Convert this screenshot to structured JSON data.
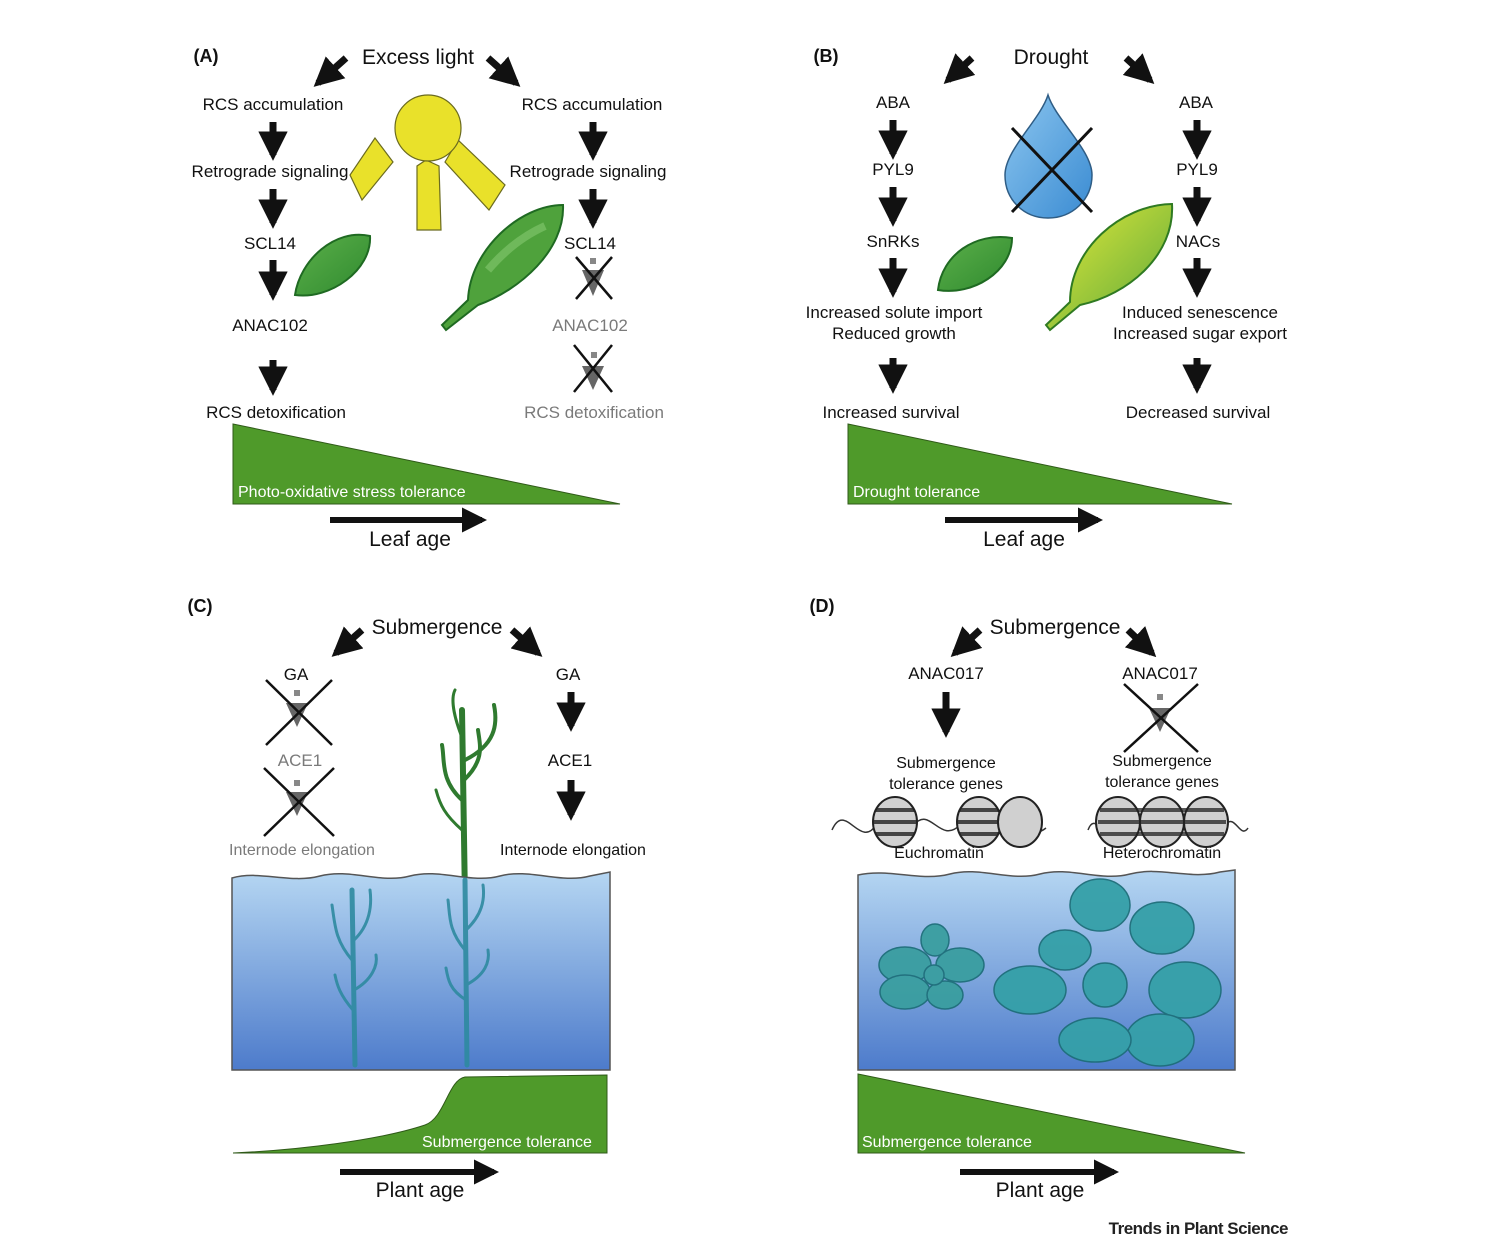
{
  "panel_a": {
    "label": "(A)",
    "title": "Excess light",
    "left": [
      "RCS accumulation",
      "Retrograde signaling",
      "SCL14",
      "ANAC102",
      "RCS detoxification"
    ],
    "right": [
      "RCS accumulation",
      "Retrograde signaling",
      "SCL14",
      "ANAC102",
      "RCS detoxification"
    ],
    "tolerance": "Photo-oxidative stress tolerance",
    "age": "Leaf age"
  },
  "panel_b": {
    "label": "(B)",
    "title": "Drought",
    "left": [
      "ABA",
      "PYL9",
      "SnRKs",
      "Increased solute import",
      "Reduced growth",
      "Increased survival"
    ],
    "right": [
      "ABA",
      "PYL9",
      "NACs",
      "Induced senescence",
      "Increased sugar export",
      "Decreased survival"
    ],
    "tolerance": "Drought tolerance",
    "age": "Leaf age"
  },
  "panel_c": {
    "label": "(C)",
    "title": "Submergence",
    "left": [
      "GA",
      "ACE1",
      "Internode elongation"
    ],
    "right": [
      "GA",
      "ACE1",
      "Internode elongation"
    ],
    "tolerance": "Submergence tolerance",
    "age": "Plant age"
  },
  "panel_d": {
    "label": "(D)",
    "title": "Submergence",
    "left": [
      "ANAC017",
      "Submergence",
      "tolerance genes",
      "Euchromatin"
    ],
    "right": [
      "ANAC017",
      "Submergence",
      "tolerance genes",
      "Heterochromatin"
    ],
    "tolerance": "Submergence tolerance",
    "age": "Plant age"
  },
  "credit": "Trends in Plant Science",
  "colors": {
    "wedge": "#4f9a2a",
    "sun": "#e9e12a",
    "water_top": "#a8cdee",
    "water_bottom": "#4f7fcc",
    "leaf": "#3f9a35",
    "drop": "#5aa7df"
  }
}
